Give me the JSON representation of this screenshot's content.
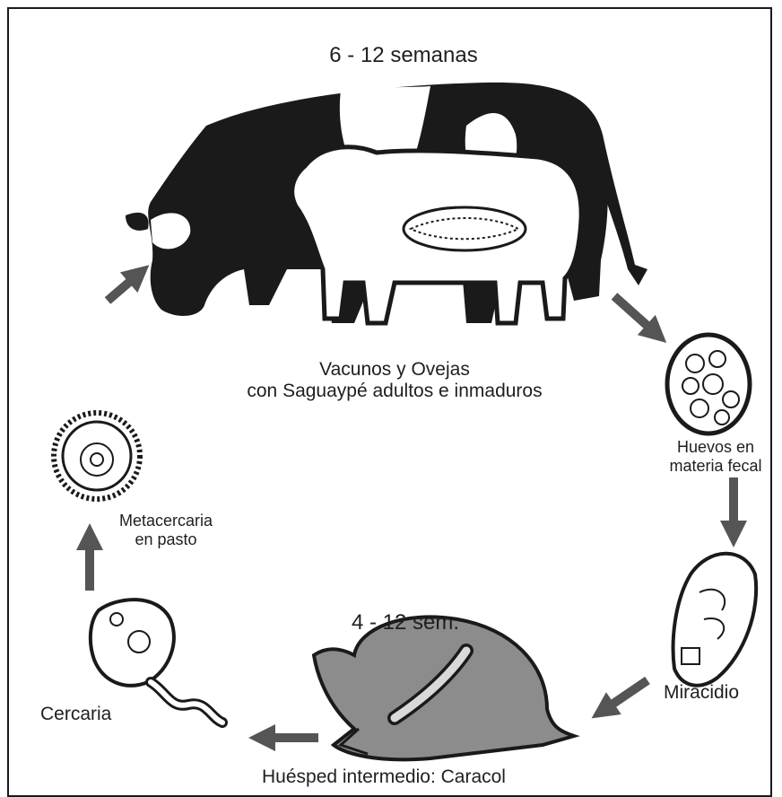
{
  "labels": {
    "host_duration": "6 - 12 semanas",
    "host_line1": "Vacunos y Ovejas",
    "host_line2": "con Saguaypé adultos e inmaduros",
    "eggs_line1": "Huevos en",
    "eggs_line2": "materia fecal",
    "miracidium": "Miracidio",
    "snail_duration": "4 - 12 sem.",
    "snail_host": "Huésped intermedio: Caracol",
    "cercaria": "Cercaria",
    "metacercaria_line1": "Metacercaria",
    "metacercaria_line2": "en pasto"
  },
  "colors": {
    "ink": "#1a1a1a",
    "arrow": "#555555",
    "snail_fill": "#8c8c8c"
  }
}
